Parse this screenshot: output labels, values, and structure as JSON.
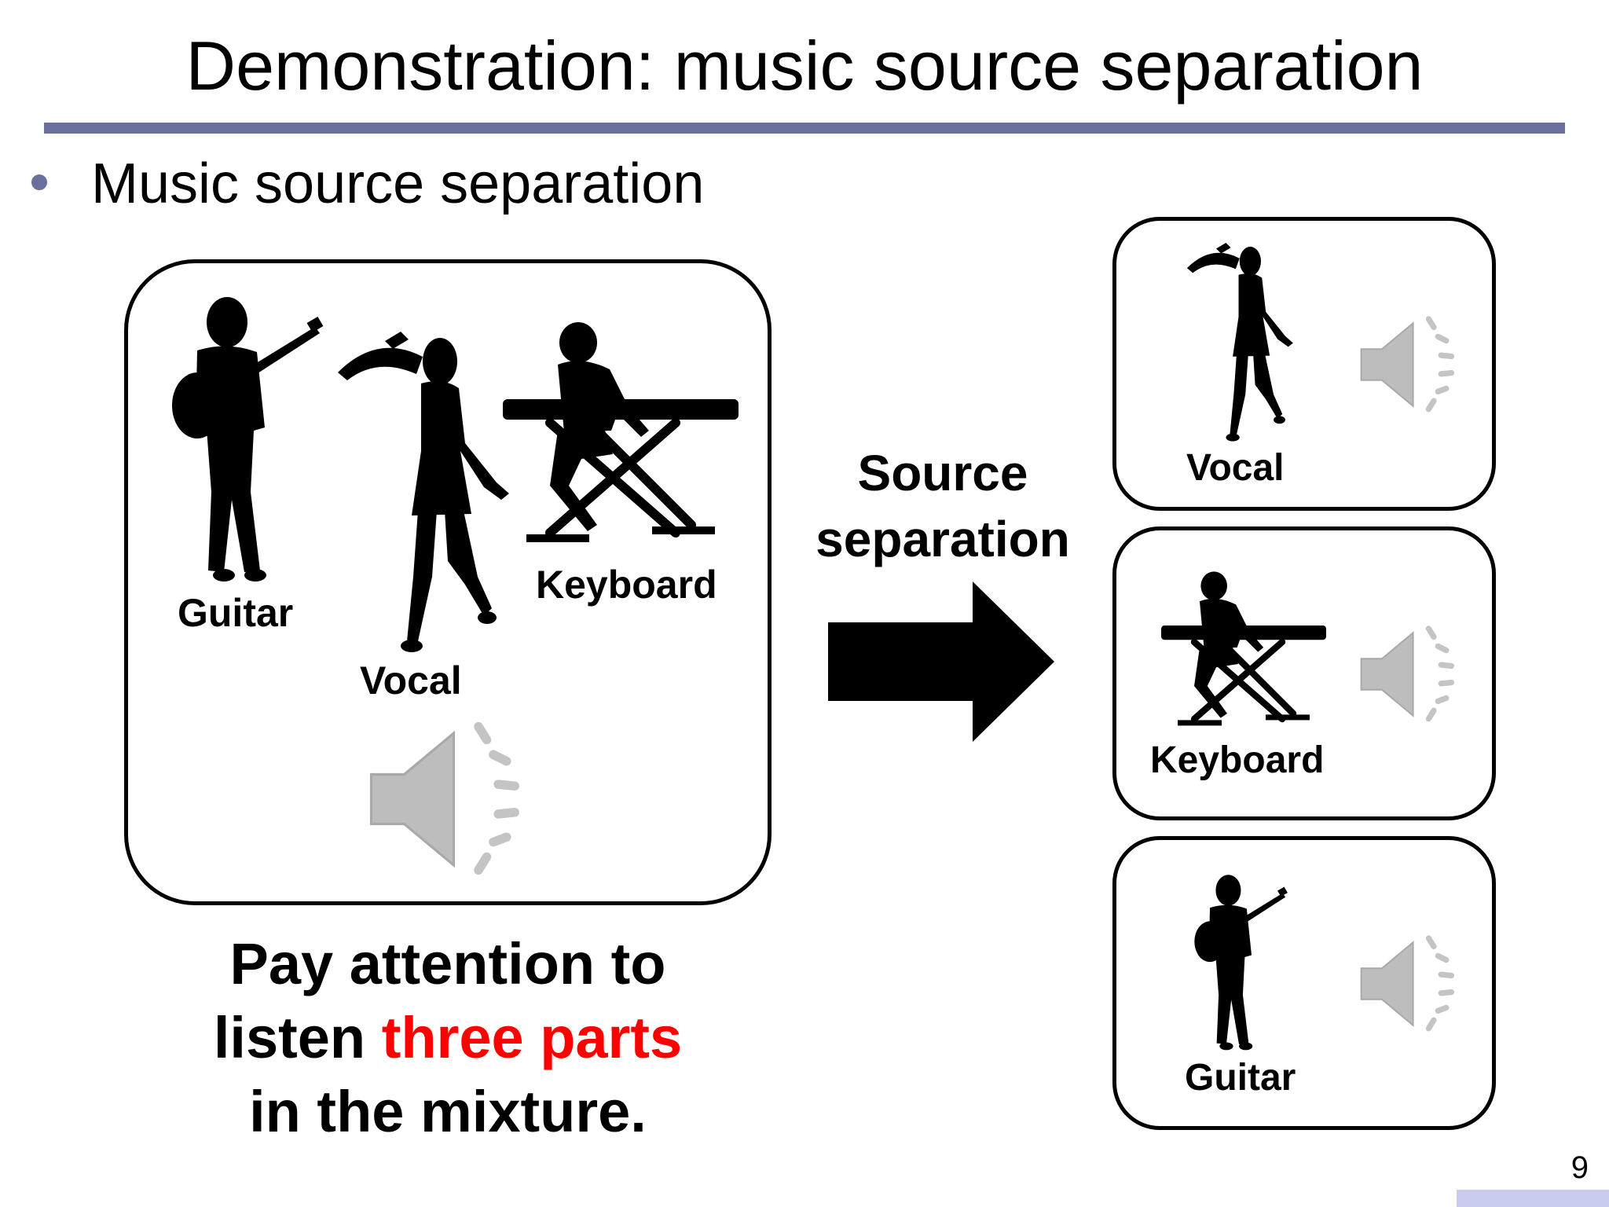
{
  "slide": {
    "title": "Demonstration: music source separation",
    "bullet": "Music source separation",
    "page_number": "9"
  },
  "colors": {
    "rule": "#6b6f9e",
    "bullet": "#6b6f9e",
    "highlight": "#ff0000",
    "speaker": "#b8b8b8",
    "corner_bar": "#c9ccee"
  },
  "mixture": {
    "labels": {
      "guitar": "Guitar",
      "vocal": "Vocal",
      "keyboard": "Keyboard"
    },
    "speaker_icon": "speaker-icon"
  },
  "arrow": {
    "label_line1": "Source",
    "label_line2": "separation",
    "icon": "right-arrow-icon"
  },
  "caption": {
    "line1": "Pay attention to",
    "line2_prefix": "listen ",
    "line2_highlight": "three parts",
    "line3": "in the mixture."
  },
  "outputs": [
    {
      "label": "Vocal",
      "icon": "singer-silhouette-icon"
    },
    {
      "label": "Keyboard",
      "icon": "keyboardist-silhouette-icon"
    },
    {
      "label": "Guitar",
      "icon": "guitarist-silhouette-icon"
    }
  ]
}
